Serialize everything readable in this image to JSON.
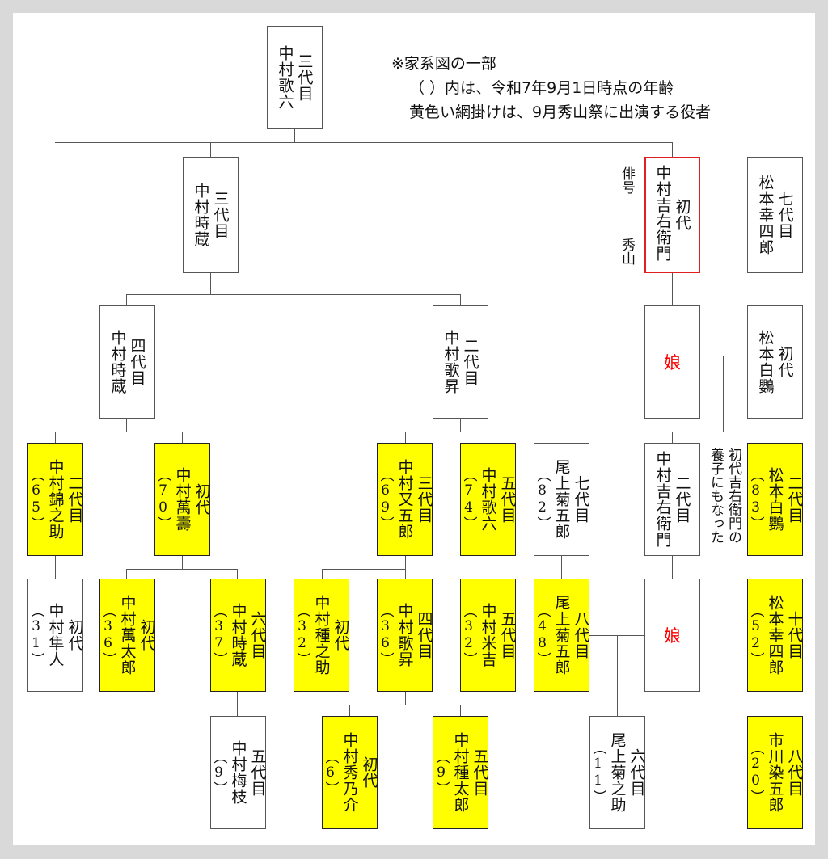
{
  "legend": {
    "line1": "※家系図の一部",
    "line2": "（ ）内は、令和7年9月1日時点の年齢",
    "line3": "黄色い網掛けは、9月秀山祭に出演する役者"
  },
  "colors": {
    "highlight": "#ffff00",
    "founder_border": "#e02020",
    "daughter_text": "#ff0000",
    "line": "#555555",
    "background": "#d9d9d9"
  },
  "people": {
    "utaroku3": {
      "title": "三代目",
      "name": "中村歌六",
      "age": "",
      "performing": false
    },
    "tokizo3": {
      "title": "三代目",
      "name": "中村時蔵",
      "age": "",
      "performing": false
    },
    "kichiemon1": {
      "title": "初代",
      "name": "中村吉右衛門",
      "age": "",
      "performing": false
    },
    "koshiro7": {
      "title": "七代目",
      "name": "松本幸四郎",
      "age": "",
      "performing": false
    },
    "tokizo4": {
      "title": "四代目",
      "name": "中村時蔵",
      "age": "",
      "performing": false
    },
    "kasho2": {
      "title": "二代目",
      "name": "中村歌昇",
      "age": "",
      "performing": false
    },
    "daughter1": {
      "name": "娘"
    },
    "hakuo1": {
      "title": "初代",
      "name": "松本白鸚",
      "age": "",
      "performing": false
    },
    "kinnosuke2": {
      "title": "二代目",
      "name": "中村錦之助",
      "age": "（65）",
      "performing": true
    },
    "manju1": {
      "title": "初代",
      "name": "中村萬壽",
      "age": "（70）",
      "performing": true
    },
    "matagoro3": {
      "title": "三代目",
      "name": "中村又五郎",
      "age": "（69）",
      "performing": true
    },
    "utaroku5": {
      "title": "五代目",
      "name": "中村歌六",
      "age": "（74）",
      "performing": true
    },
    "kikugoro7": {
      "title": "七代目",
      "name": "尾上菊五郎",
      "age": "（82）",
      "performing": false
    },
    "kichiemon2": {
      "title": "二代目",
      "name": "中村吉右衛門",
      "age": "",
      "performing": false
    },
    "hakuo2": {
      "title": "二代目",
      "name": "松本白鸚",
      "age": "（83）",
      "performing": true
    },
    "hayato1": {
      "title": "初代",
      "name": "中村隼人",
      "age": "（31）",
      "performing": false
    },
    "mantaro1": {
      "title": "初代",
      "name": "中村萬太郎",
      "age": "（36）",
      "performing": true
    },
    "tokizo6": {
      "title": "六代目",
      "name": "中村時蔵",
      "age": "（37）",
      "performing": true
    },
    "tanenosuke1": {
      "title": "初代",
      "name": "中村種之助",
      "age": "（32）",
      "performing": true
    },
    "kasho4": {
      "title": "四代目",
      "name": "中村歌昇",
      "age": "（36）",
      "performing": true
    },
    "yonekichi5": {
      "title": "五代目",
      "name": "中村米吉",
      "age": "（32）",
      "performing": true
    },
    "kikugoro8": {
      "title": "八代目",
      "name": "尾上菊五郎",
      "age": "（48）",
      "performing": true
    },
    "daughter2": {
      "name": "娘"
    },
    "koshiro10": {
      "title": "十代目",
      "name": "松本幸四郎",
      "age": "（52）",
      "performing": true
    },
    "baishi5": {
      "title": "五代目",
      "name": "中村梅枝",
      "age": "（9）",
      "performing": false
    },
    "hidenosuke1": {
      "title": "初代",
      "name": "中村秀乃介",
      "age": "（6）",
      "performing": true
    },
    "tanetaro5": {
      "title": "五代目",
      "name": "中村種太郎",
      "age": "（9）",
      "performing": true
    },
    "kikunosuke6": {
      "title": "六代目",
      "name": "尾上菊之助",
      "age": "（11）",
      "performing": false
    },
    "somegoro8": {
      "title": "八代目",
      "name": "市川染五郎",
      "age": "（20）",
      "performing": true
    }
  },
  "notes": {
    "haigo_label": "俳号",
    "haigo_name": "秀山",
    "adoption": "初代吉右衛門の養子にもなった"
  }
}
